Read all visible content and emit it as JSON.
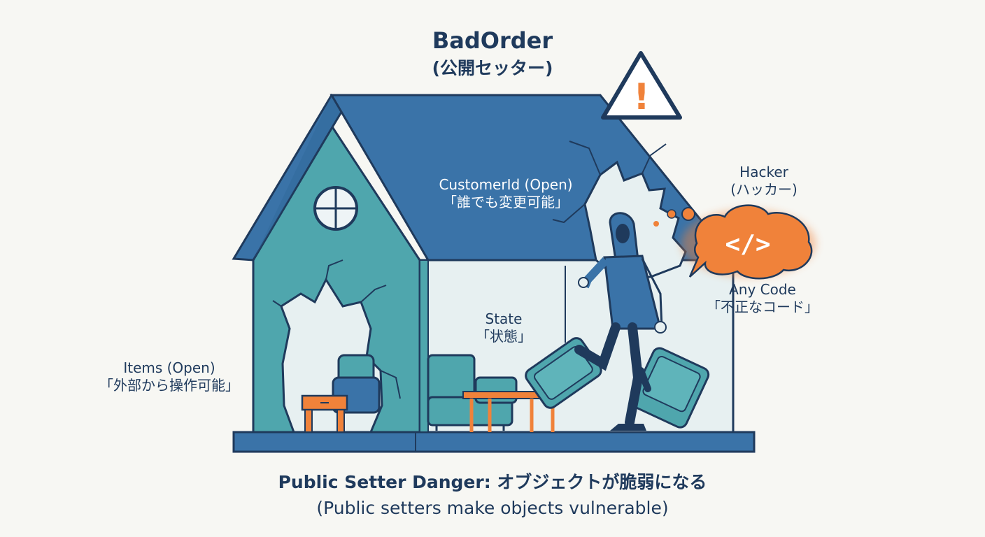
{
  "title": {
    "name": "BadOrder",
    "subtitle": "(公開セッター)"
  },
  "labels": {
    "customer_id": {
      "line1": "CustomerId (Open)",
      "line2": "「誰でも変更可能」"
    },
    "state": {
      "line1": "State",
      "line2": "「状態」"
    },
    "items": {
      "line1": "Items (Open)",
      "line2": "「外部から操作可能」"
    },
    "hacker": {
      "line1": "Hacker",
      "line2": "(ハッカー)"
    },
    "any_code": {
      "line1": "Any Code",
      "line2": "「不正なコード」"
    }
  },
  "bubble_code": "</>",
  "warning_mark": "!",
  "caption": {
    "main": "Public Setter Danger: オブジェクトが脆弱になる",
    "sub": "(Public setters make objects vulnerable)"
  },
  "colors": {
    "roof": "#3a73a8",
    "wall": "#4fa6ad",
    "outline": "#1f3a5c",
    "accent": "#f0823a",
    "interior": "#e7f0f1"
  },
  "icons": [
    "warning-icon",
    "round-window-icon",
    "code-bubble-icon",
    "hacker-figure",
    "armchair-icon",
    "sofa-icon",
    "table-icon",
    "side-table-icon"
  ]
}
